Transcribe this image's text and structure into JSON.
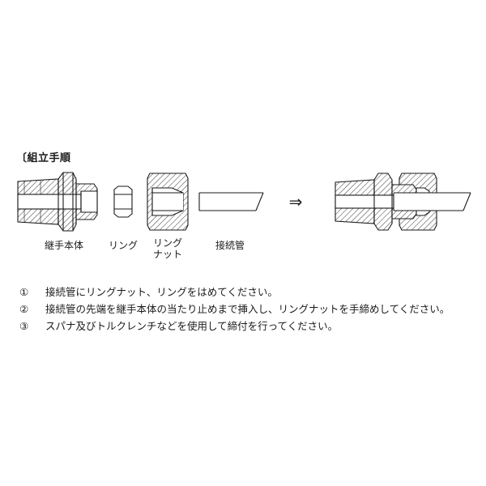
{
  "heading": "〔組立手順",
  "parts": {
    "body": "継手本体",
    "ring": "リング",
    "ring_nut_line1": "リング",
    "ring_nut_line2": "ナット",
    "tube": "接続管"
  },
  "arrow": "⇒",
  "steps": [
    {
      "num": "①",
      "text": "接続管にリングナット、リングをはめてください。"
    },
    {
      "num": "②",
      "text": "接続管の先端を継手本体の当たり止めまで挿入し、リングナットを手締めしてください。"
    },
    {
      "num": "③",
      "text": "スパナ及びトルクレンチなどを使用して締付を行ってください。"
    }
  ]
}
